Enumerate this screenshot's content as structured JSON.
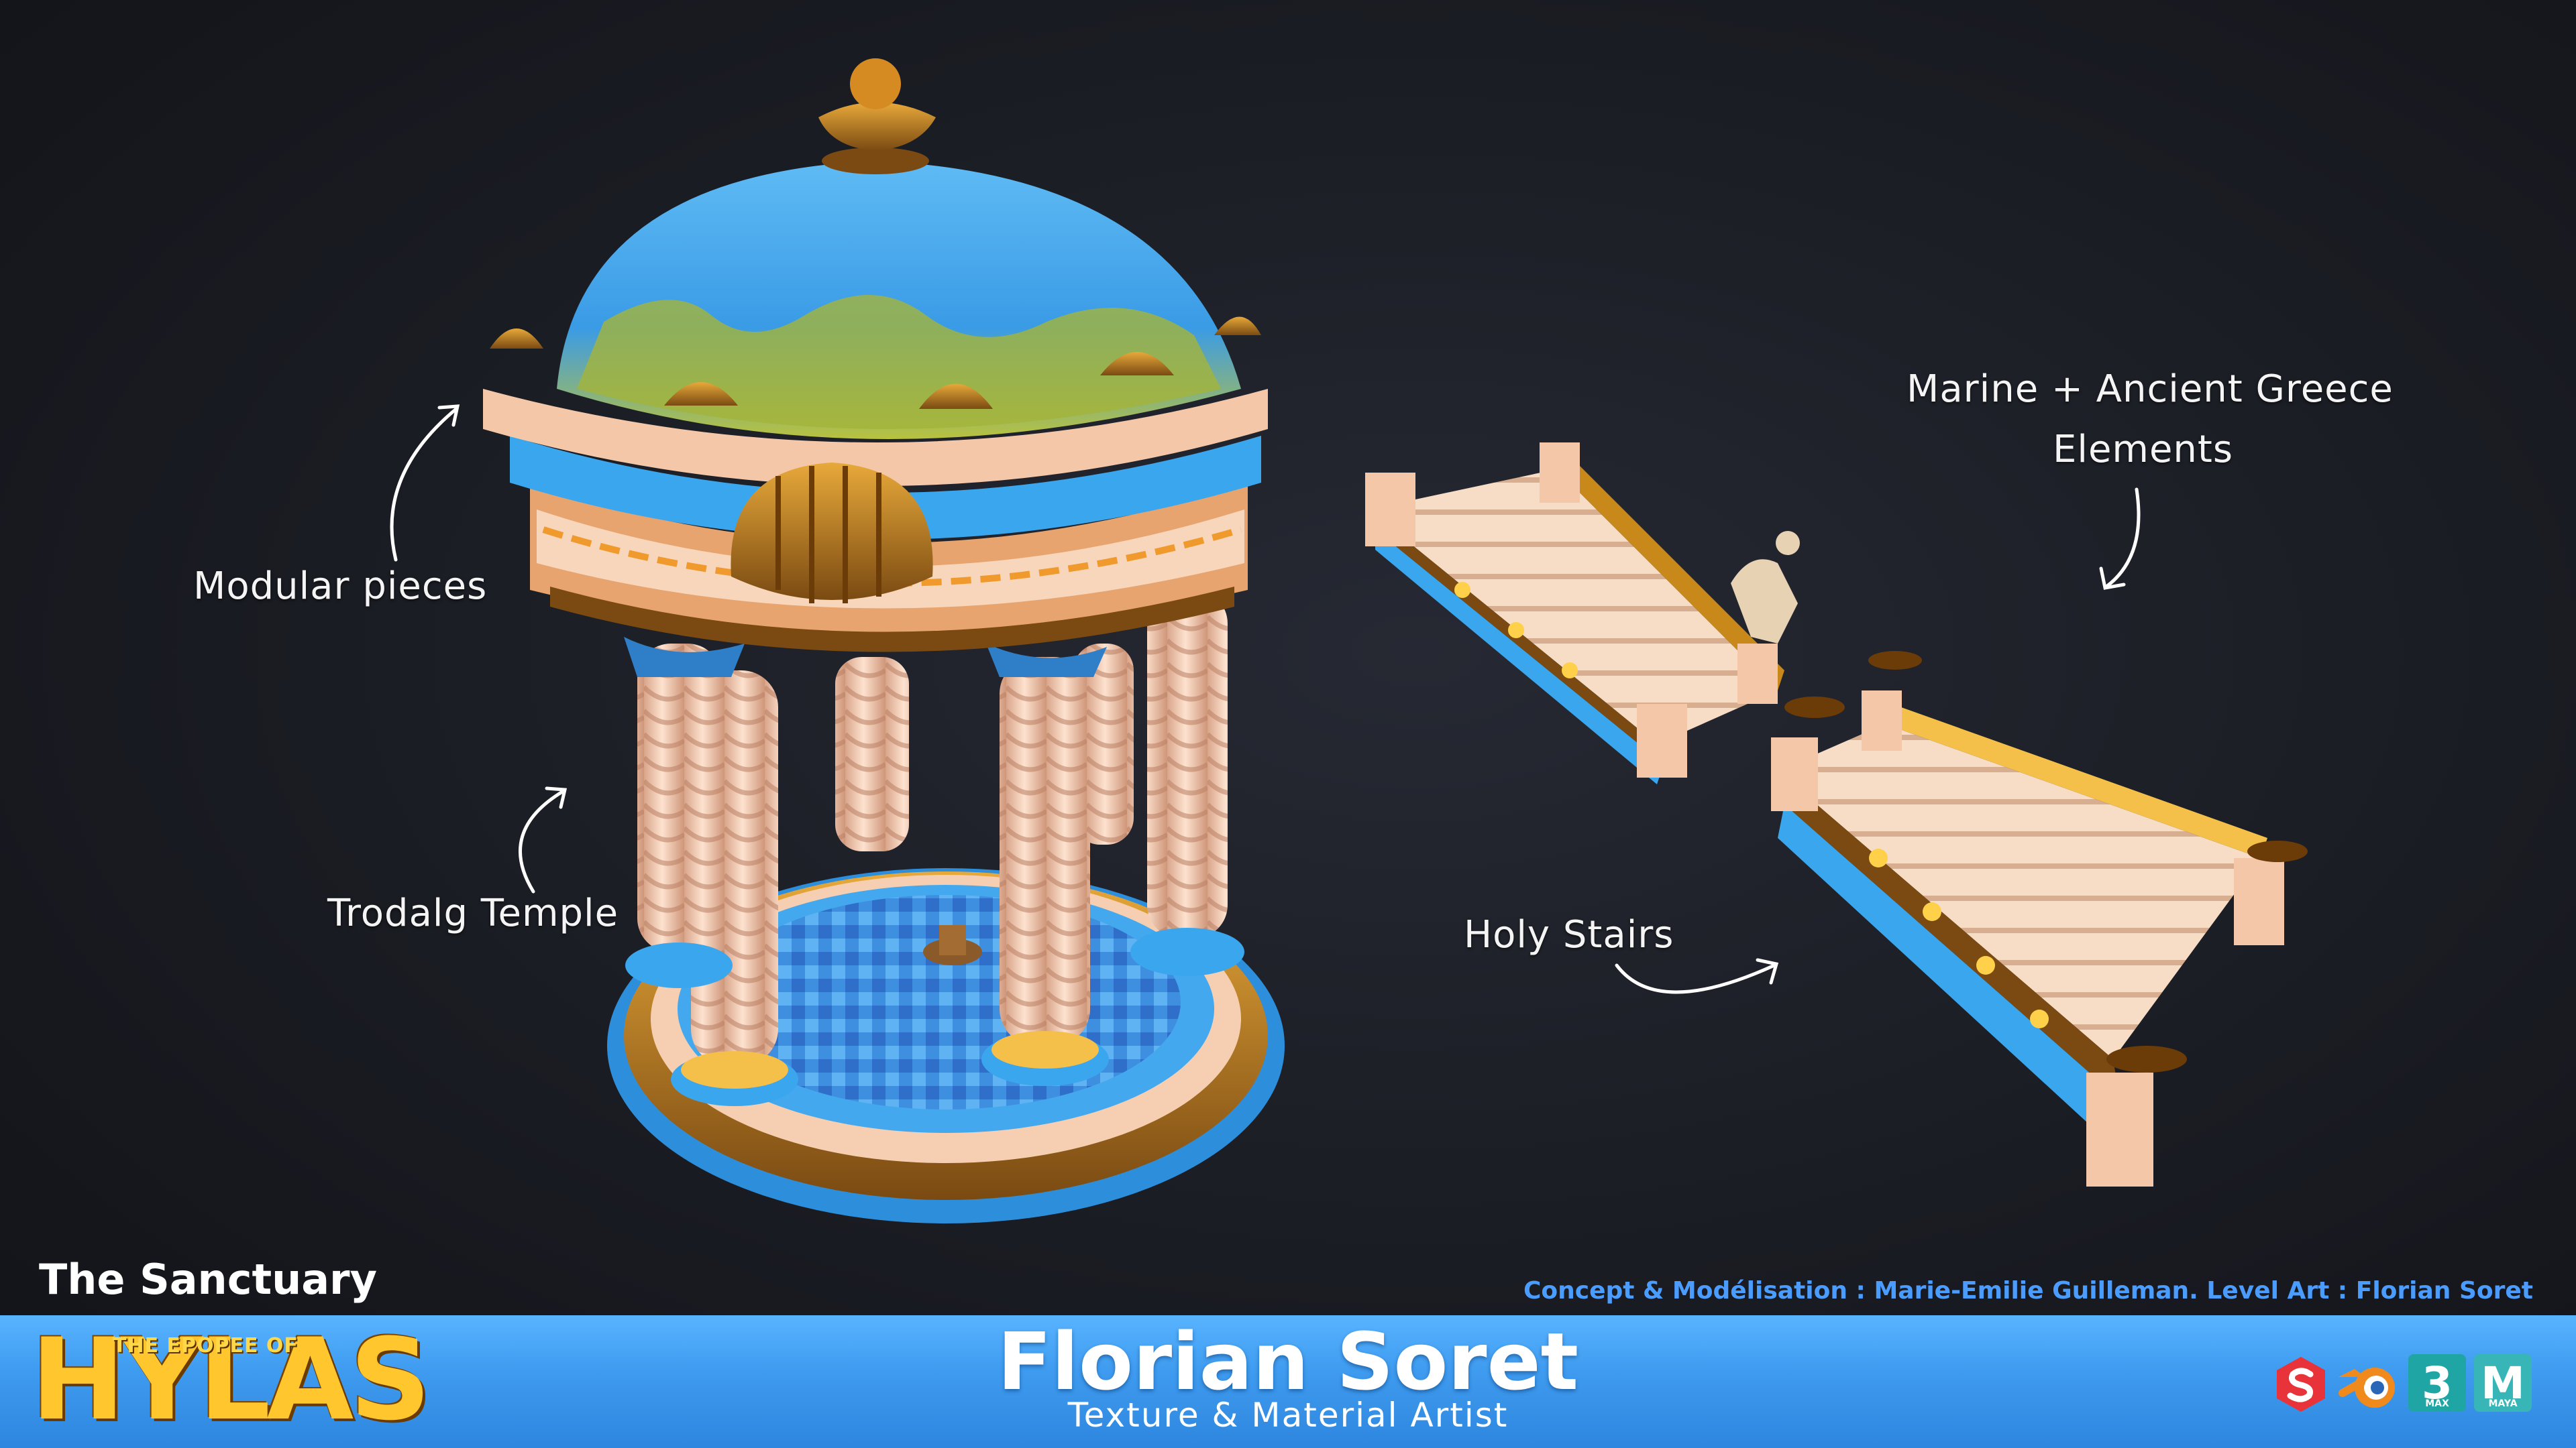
{
  "labels": {
    "modular": "Modular pieces",
    "temple": "Trodalg Temple",
    "stairs": "Holy Stairs",
    "marine_line1": "Marine + Ancient Greece",
    "marine_line2": "Elements"
  },
  "section_title": "The Sanctuary",
  "credits": "Concept & Modélisation : Marie-Emilie Guilleman.  Level Art : Florian Soret",
  "footer": {
    "logo_small": "THE EPOPEE OF",
    "logo_main": "HYLAS",
    "author": "Florian Soret",
    "role": "Texture & Material Artist"
  },
  "software": {
    "max_number": "3",
    "max_sub": "MAX",
    "maya_letter": "M",
    "maya_sub": "MAYA",
    "icons": [
      "substance-icon",
      "blender-icon",
      "3dsmax-icon",
      "maya-icon"
    ]
  },
  "colors": {
    "footer_blue": "#3f9cf0",
    "credits_blue": "#4a9dff",
    "gold": "#c8881a",
    "marble_blue": "#3aa6ee",
    "cream": "#f6cfb2"
  }
}
